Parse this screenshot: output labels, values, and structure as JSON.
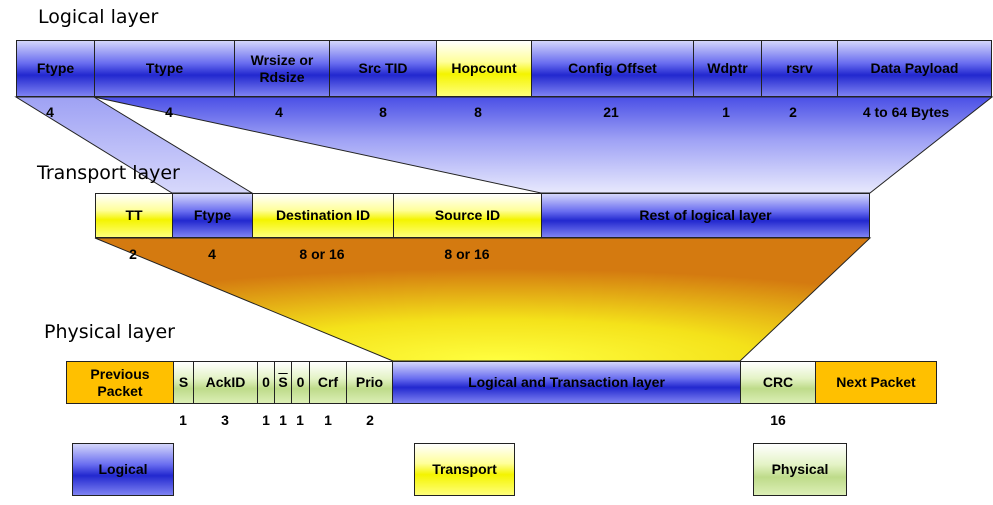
{
  "logical": {
    "title": "Logical layer",
    "fields": [
      "Ftype",
      "Ttype",
      "Wrsize or Rdsize",
      "Src TID",
      "Hopcount",
      "Config Offset",
      "Wdptr",
      "rsrv",
      "Data Payload"
    ],
    "sizes": [
      "4",
      "4",
      "4",
      "8",
      "8",
      "21",
      "1",
      "2",
      "4 to 64 Bytes"
    ]
  },
  "transport": {
    "title": "Transport layer",
    "fields": [
      "TT",
      "Ftype",
      "Destination ID",
      "Source ID",
      "Rest of logical layer"
    ],
    "sizes": [
      "2",
      "4",
      "8 or 16",
      "8 or 16"
    ]
  },
  "physical": {
    "title": "Physical layer",
    "fields": [
      "Previous Packet",
      "S",
      "AckID",
      "0",
      "S",
      "0",
      "Crf",
      "Prio",
      "Logical and Transaction layer",
      "CRC",
      "Next Packet"
    ],
    "sizes": [
      "1",
      "3",
      "1",
      "1",
      "1",
      "1",
      "2",
      "16"
    ]
  },
  "legend": [
    "Logical",
    "Transport",
    "Physical"
  ],
  "colors": {
    "logical": "#3a3fe0",
    "transport": "#ffff40",
    "physical": "#bedb8a",
    "adjacent_packet": "#ffc000"
  }
}
